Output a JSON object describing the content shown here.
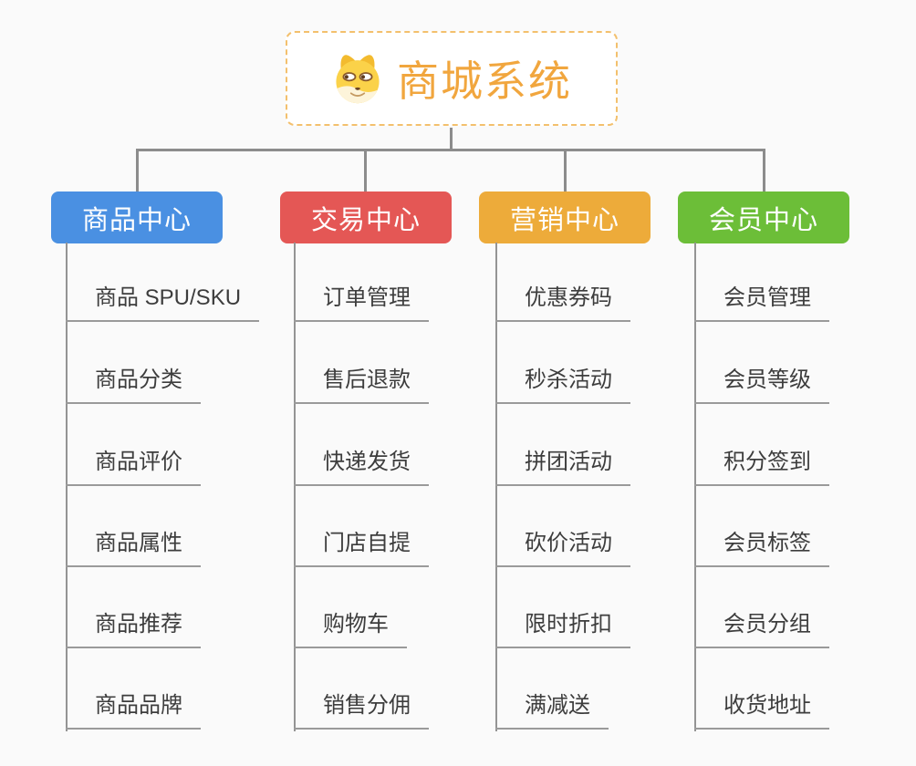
{
  "canvas": {
    "background": "#fafafa",
    "connector_color": "#8c8c8c",
    "underline_color": "#9a9a9a"
  },
  "root": {
    "title": "商城系统",
    "title_color": "#f1a63e",
    "border_color": "#f3c06d",
    "icon": "doge-icon"
  },
  "branches": [
    {
      "label": "商品中心",
      "color": "#4a90e2",
      "items": [
        "商品 SPU/SKU",
        "商品分类",
        "商品评价",
        "商品属性",
        "商品推荐",
        "商品品牌"
      ]
    },
    {
      "label": "交易中心",
      "color": "#e45755",
      "items": [
        "订单管理",
        "售后退款",
        "快递发货",
        "门店自提",
        "购物车",
        "销售分佣"
      ]
    },
    {
      "label": "营销中心",
      "color": "#edab3a",
      "items": [
        "优惠券码",
        "秒杀活动",
        "拼团活动",
        "砍价活动",
        "限时折扣",
        "满减送"
      ]
    },
    {
      "label": "会员中心",
      "color": "#6cbe38",
      "items": [
        "会员管理",
        "会员等级",
        "积分签到",
        "会员标签",
        "会员分组",
        "收货地址"
      ]
    }
  ]
}
